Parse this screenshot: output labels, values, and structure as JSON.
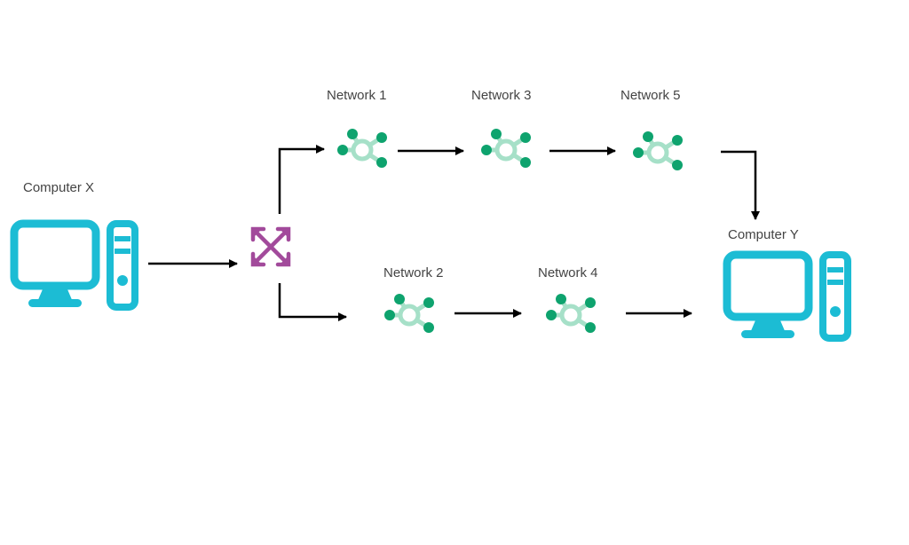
{
  "diagram": {
    "colors": {
      "computer": "#1cbcd4",
      "router": "#a24a9b",
      "network_dark": "#0ea36e",
      "network_light": "#a6e0c8",
      "arrow": "#000000"
    },
    "computers": [
      {
        "id": "computer-x",
        "label": "Computer X"
      },
      {
        "id": "computer-y",
        "label": "Computer Y"
      }
    ],
    "router": {
      "id": "router",
      "icon": "expand-arrows-icon"
    },
    "networks": [
      {
        "id": "network-1",
        "label": "Network 1"
      },
      {
        "id": "network-2",
        "label": "Network 2"
      },
      {
        "id": "network-3",
        "label": "Network 3"
      },
      {
        "id": "network-4",
        "label": "Network 4"
      },
      {
        "id": "network-5",
        "label": "Network 5"
      }
    ],
    "edges": [
      [
        "computer-x",
        "router"
      ],
      [
        "router",
        "network-1"
      ],
      [
        "router",
        "network-2"
      ],
      [
        "network-1",
        "network-3"
      ],
      [
        "network-3",
        "network-5"
      ],
      [
        "network-5",
        "computer-y"
      ],
      [
        "network-2",
        "network-4"
      ],
      [
        "network-4",
        "computer-y"
      ]
    ]
  }
}
